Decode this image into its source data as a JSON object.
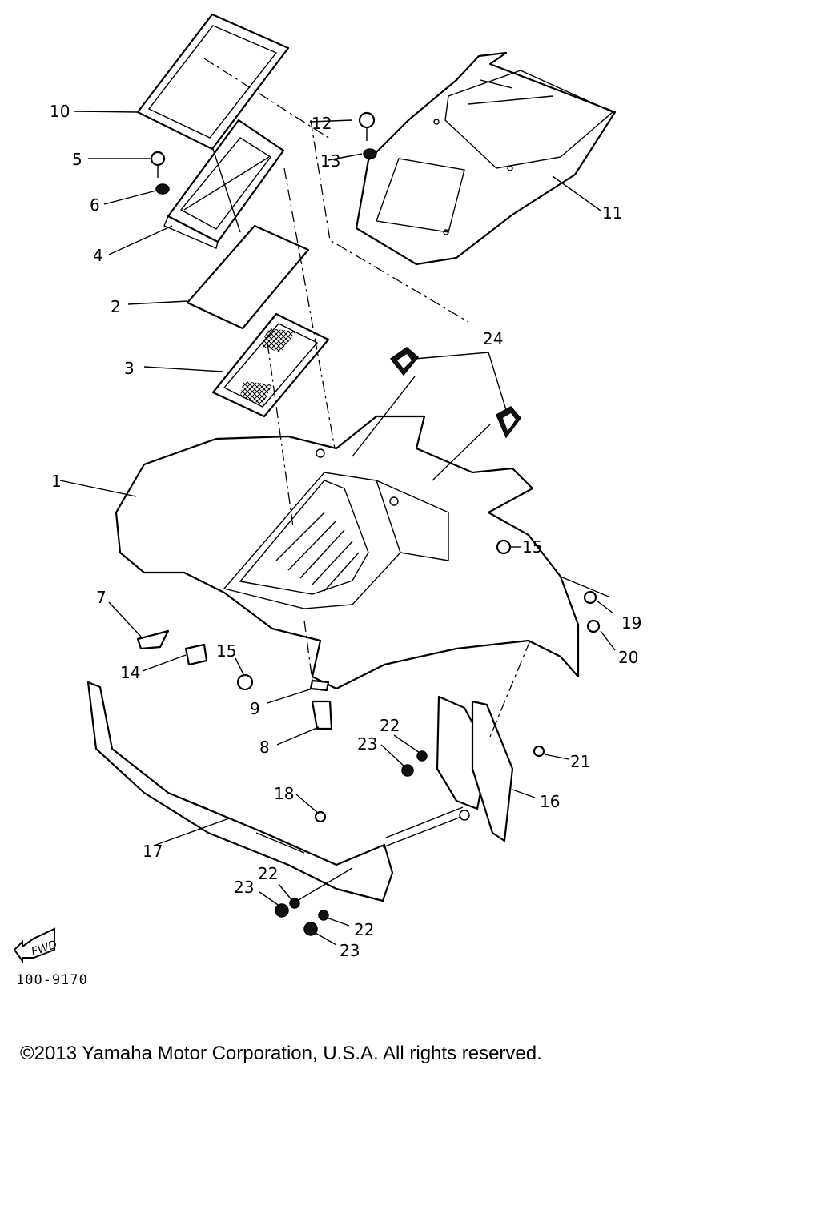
{
  "labels": {
    "p1": "1",
    "p2": "2",
    "p3": "3",
    "p4": "4",
    "p5": "5",
    "p6": "6",
    "p7": "7",
    "p8": "8",
    "p9": "9",
    "p10": "10",
    "p11": "11",
    "p12": "12",
    "p13": "13",
    "p14": "14",
    "p15a": "15",
    "p15b": "15",
    "p16": "16",
    "p17": "17",
    "p18": "18",
    "p19": "19",
    "p20": "20",
    "p21": "21",
    "p22a": "22",
    "p22b": "22",
    "p22c": "22",
    "p23a": "23",
    "p23b": "23",
    "p23c": "23",
    "p24": "24"
  },
  "fwd": "FWD",
  "drawing_number": "100-9170",
  "copyright": "©2013 Yamaha Motor Corporation, U.S.A. All rights reserved."
}
